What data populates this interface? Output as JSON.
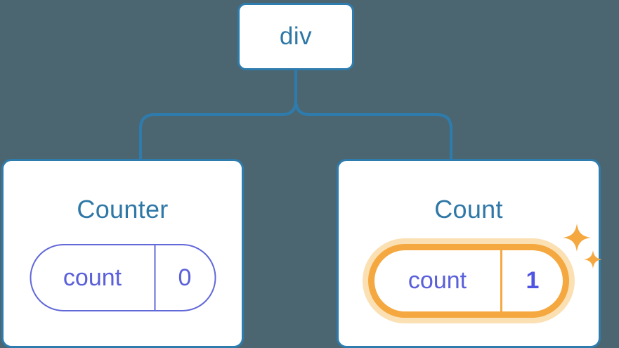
{
  "diagram": {
    "type": "component-tree",
    "background_color": "#4B6671",
    "node_border_color": "#2E7CAD",
    "node_text_color": "#2E77A6",
    "connector_color": "#2E7CAD",
    "state_color": "#5A5FDA",
    "highlight_color": "#F4A83F",
    "highlight_glow_color": "#FBE0B4"
  },
  "root": {
    "label": "div"
  },
  "cards": [
    {
      "title": "Counter",
      "state": {
        "key": "count",
        "value": "0"
      },
      "highlighted": false
    },
    {
      "title": "Count",
      "state": {
        "key": "count",
        "value": "1"
      },
      "highlighted": true,
      "sparkle_large": "sparkle-icon",
      "sparkle_small": "sparkle-small-icon"
    }
  ]
}
